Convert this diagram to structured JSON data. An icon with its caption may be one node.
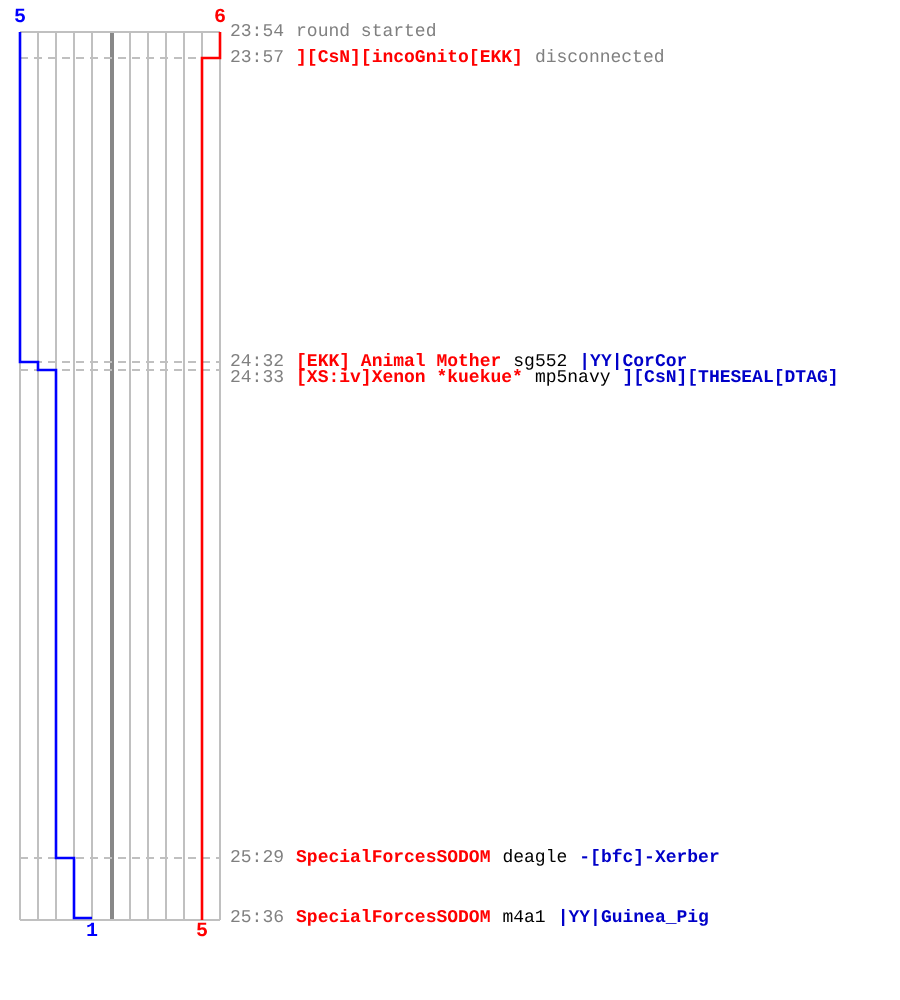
{
  "diagram": {
    "labels": [
      "5",
      "6",
      "23:54",
      "round started",
      "23:57",
      "][CsN][incoGnito[EKK]",
      "disconnected",
      "24:32",
      "[EKK] Animal Mother",
      "sg552",
      "|YY|CorCor",
      "24:33",
      "[XS:iv]Xenon *kuekue*",
      "mp5navy",
      "][CsN][THESEAL[DTAG]",
      "25:29",
      "SpecialForcesSODOM",
      "deagle",
      "-[bfc]-Xerber",
      "25:36",
      "SpecialForcesSODOM",
      "m4a1",
      "|YY|Guinea_Pig",
      "1",
      "5"
    ]
  }
}
